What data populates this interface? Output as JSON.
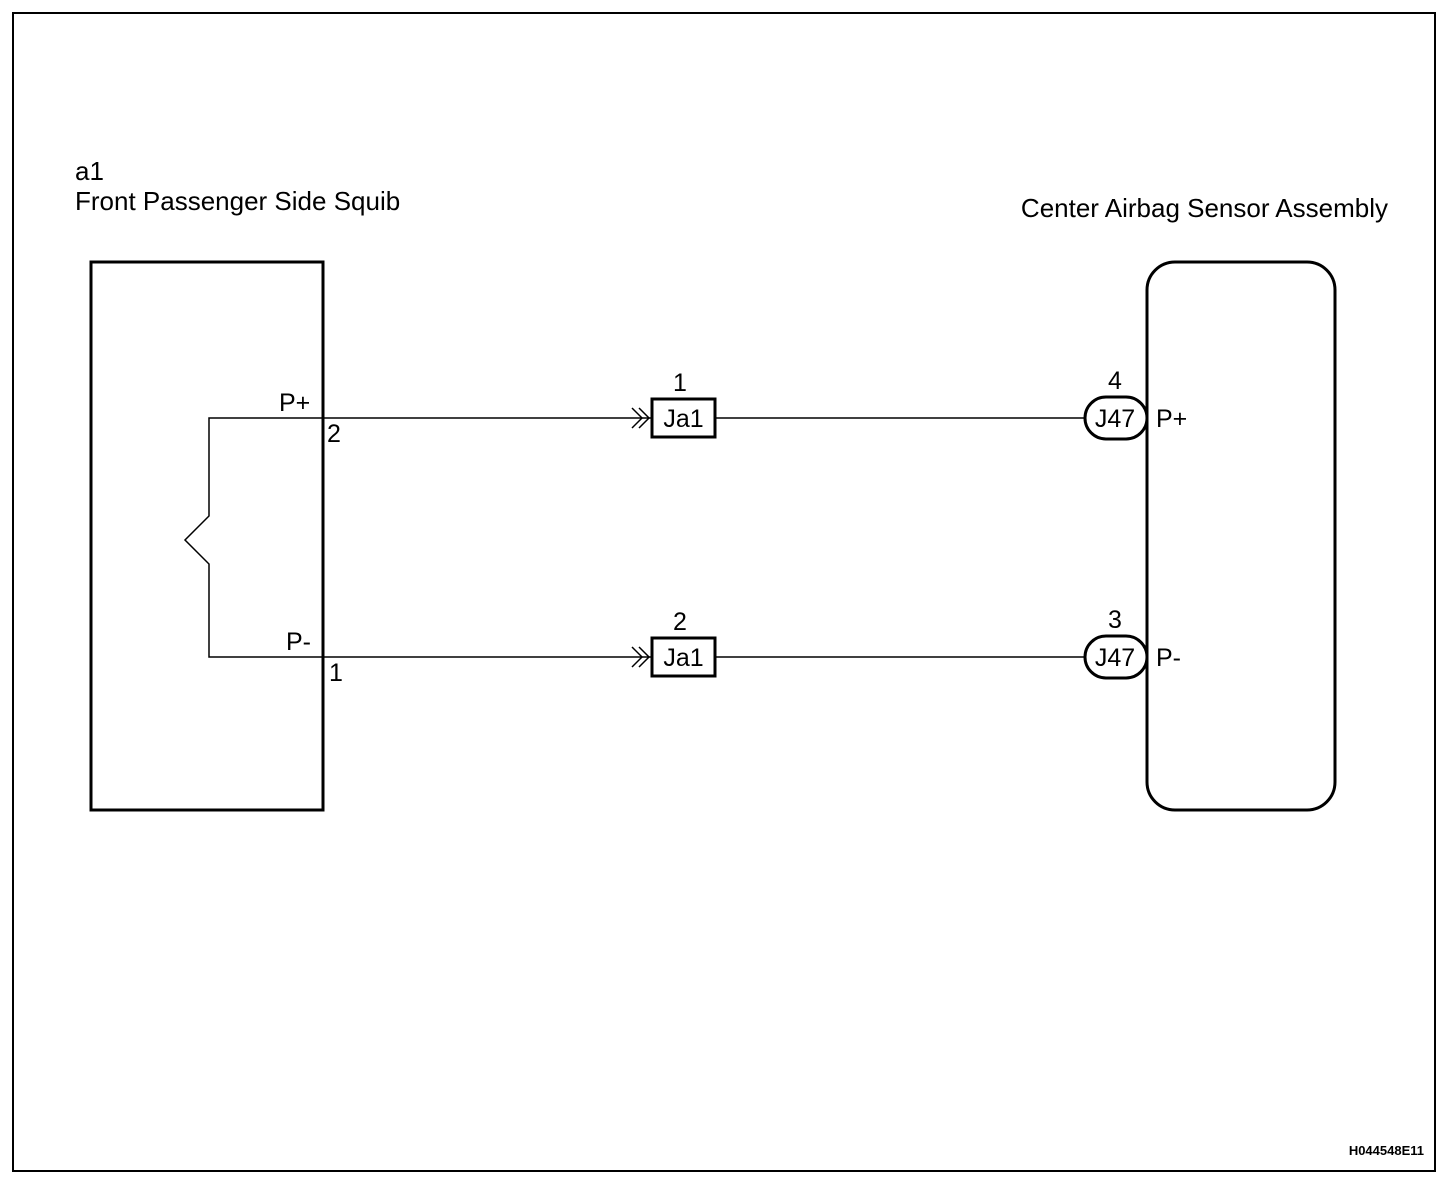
{
  "code": "H044548E11",
  "squib": {
    "connector": "a1",
    "name": "Front Passenger Side Squib",
    "pins": {
      "plus": {
        "label": "P+",
        "number": "2"
      },
      "minus": {
        "label": "P-",
        "number": "1"
      }
    }
  },
  "sensor": {
    "name": "Center Airbag Sensor Assembly",
    "pins": {
      "plus": {
        "label": "P+",
        "number": "4",
        "connector": "J47"
      },
      "minus": {
        "label": "P-",
        "number": "3",
        "connector": "J47"
      }
    }
  },
  "junctions": {
    "upper": {
      "connector": "Ja1",
      "number": "1"
    },
    "lower": {
      "connector": "Ja1",
      "number": "2"
    }
  }
}
